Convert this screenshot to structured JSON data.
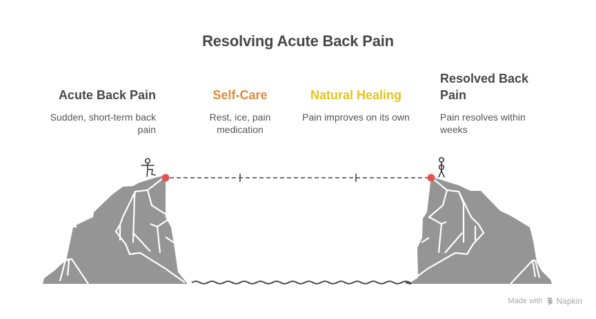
{
  "title": "Resolving Acute Back Pain",
  "colors": {
    "rock": "#959595",
    "crack": "#ffffff",
    "marker": "#e35252",
    "line": "#444444",
    "heading_dark": "#484848",
    "self_care": "#e0883a",
    "natural_healing": "#e2c51c"
  },
  "stages": [
    {
      "title": "Acute Back Pain",
      "description": "Sudden, short-term back pain",
      "color": "#484848"
    },
    {
      "title": "Self-Care",
      "description": "Rest, ice, pain medication",
      "color": "#e0883a"
    },
    {
      "title": "Natural Healing",
      "description": "Pain improves on its own",
      "color": "#e2c51c"
    },
    {
      "title": "Resolved Back Pain",
      "description": "Pain resolves within weeks",
      "color": "#484848"
    }
  ],
  "icons": {
    "left_figure": "stick-figure-stepping-icon",
    "right_figure": "stick-figure-standing-icon",
    "watermark_logo": "napkin-logo-icon"
  },
  "watermark": {
    "prefix": "Made with",
    "brand": "Napkin"
  }
}
